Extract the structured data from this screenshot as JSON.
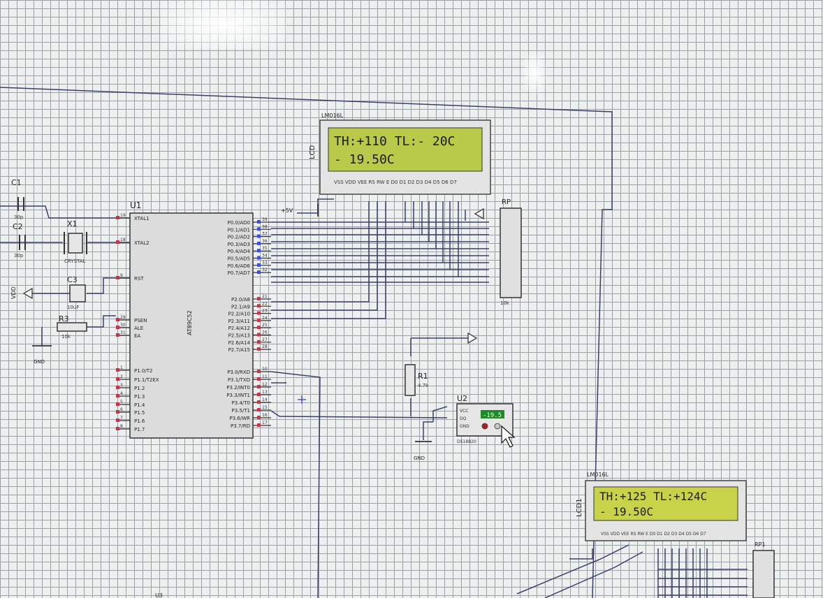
{
  "components": {
    "lcd_main": {
      "ref": "LCD",
      "part": "LM016L",
      "line1": "TH:+110 TL:- 20C",
      "line2": "- 19.50C",
      "pins": "VSS VDD VEE RS RW E D0 D1 D2 D3 D4 D5 D6 D7"
    },
    "lcd_second": {
      "ref": "LCD1",
      "part": "LM016L",
      "line1": "TH:+125 TL:+124C",
      "line2": "- 19.50C",
      "pins": "VSS VDD VEE RS RW E D0 D1 D2 D3 D4 D5 D6 D7"
    },
    "mcu": {
      "ref": "U1",
      "part": "AT89C52",
      "left_pins": [
        {
          "num": "19",
          "name": "XTAL1"
        },
        {
          "num": "18",
          "name": "XTAL2"
        },
        {
          "num": "9",
          "name": "RST"
        },
        {
          "num": "29",
          "name": "PSEN"
        },
        {
          "num": "30",
          "name": "ALE"
        },
        {
          "num": "31",
          "name": "EA"
        },
        {
          "num": "1",
          "name": "P1.0/T2"
        },
        {
          "num": "2",
          "name": "P1.1/T2EX"
        },
        {
          "num": "3",
          "name": "P1.2"
        },
        {
          "num": "4",
          "name": "P1.3"
        },
        {
          "num": "5",
          "name": "P1.4"
        },
        {
          "num": "6",
          "name": "P1.5"
        },
        {
          "num": "7",
          "name": "P1.6"
        },
        {
          "num": "8",
          "name": "P1.7"
        }
      ],
      "right_pins": [
        {
          "num": "39",
          "name": "P0.0/AD0"
        },
        {
          "num": "38",
          "name": "P0.1/AD1"
        },
        {
          "num": "37",
          "name": "P0.2/AD2"
        },
        {
          "num": "36",
          "name": "P0.3/AD3"
        },
        {
          "num": "35",
          "name": "P0.4/AD4"
        },
        {
          "num": "34",
          "name": "P0.5/AD5"
        },
        {
          "num": "33",
          "name": "P0.6/AD6"
        },
        {
          "num": "32",
          "name": "P0.7/AD7"
        },
        {
          "num": "21",
          "name": "P2.0/A8"
        },
        {
          "num": "22",
          "name": "P2.1/A9"
        },
        {
          "num": "23",
          "name": "P2.2/A10"
        },
        {
          "num": "24",
          "name": "P2.3/A11"
        },
        {
          "num": "25",
          "name": "P2.4/A12"
        },
        {
          "num": "26",
          "name": "P2.5/A13"
        },
        {
          "num": "27",
          "name": "P2.6/A14"
        },
        {
          "num": "28",
          "name": "P2.7/A15"
        },
        {
          "num": "10",
          "name": "P3.0/RXD"
        },
        {
          "num": "11",
          "name": "P3.1/TXD"
        },
        {
          "num": "12",
          "name": "P3.2/INT0"
        },
        {
          "num": "13",
          "name": "P3.3/INT1"
        },
        {
          "num": "14",
          "name": "P3.4/T0"
        },
        {
          "num": "15",
          "name": "P3.5/T1"
        },
        {
          "num": "16",
          "name": "P3.6/WR"
        },
        {
          "num": "17",
          "name": "P3.7/RD"
        }
      ]
    },
    "c1": {
      "ref": "C1",
      "value": "30p"
    },
    "c2": {
      "ref": "C2",
      "value": "30p"
    },
    "c3": {
      "ref": "C3",
      "value": "10uF"
    },
    "x1": {
      "ref": "X1",
      "value": "CRYSTAL"
    },
    "r3": {
      "ref": "R3",
      "value": "10k"
    },
    "r1": {
      "ref": "R1",
      "value": "4.7k"
    },
    "rp": {
      "ref": "RP",
      "value": "10k"
    },
    "rp1": {
      "ref": "RP1"
    },
    "sensor": {
      "ref": "U2",
      "part": "DS18B20",
      "pins": [
        "VCC",
        "DQ",
        "GND"
      ],
      "reading": "-19.5"
    },
    "power": {
      "vdd": "VDD",
      "gnd": "GND",
      "plus5v": "+5V"
    },
    "partial_ref": "U3"
  }
}
